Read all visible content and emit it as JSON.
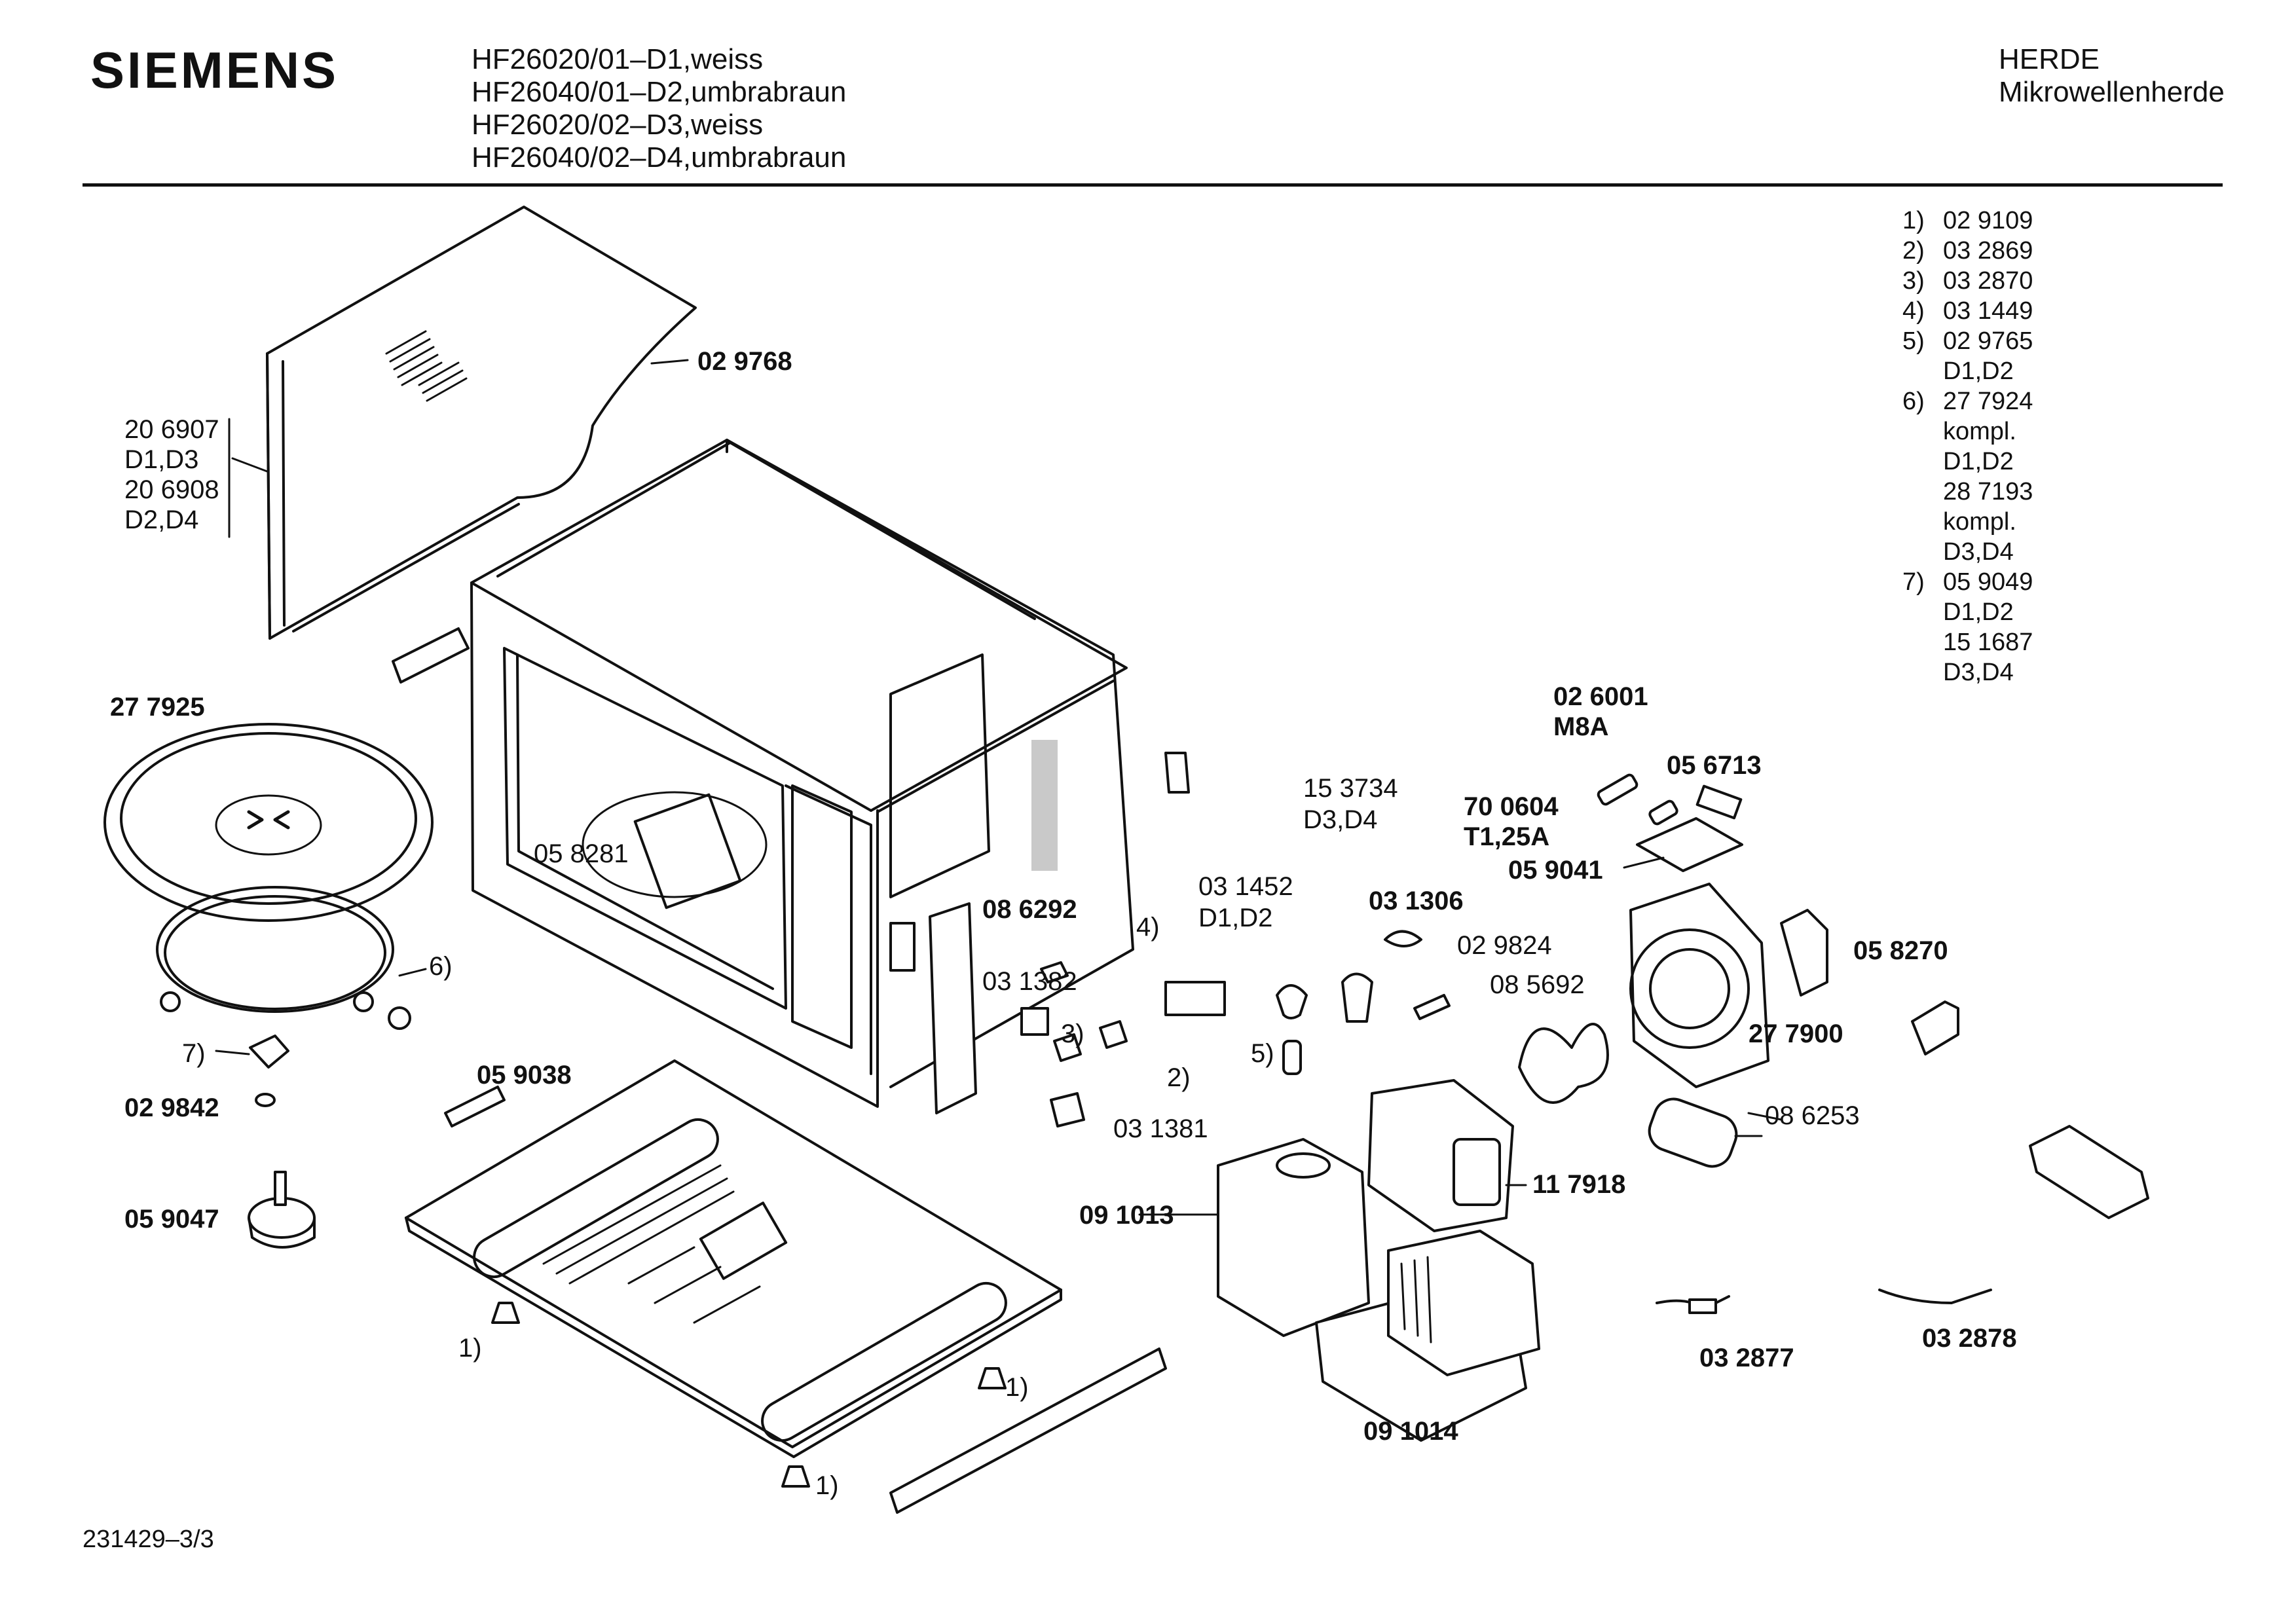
{
  "header": {
    "brand": "SIEMENS",
    "models": [
      "HF26020/01–D1,weiss",
      "HF26040/01–D2,umbrabraun",
      "HF26020/02–D3,weiss",
      "HF26040/02–D4,umbrabraun"
    ],
    "category": "HERDE",
    "subcategory": "Mikrowellenherde"
  },
  "legend": [
    {
      "num": "1)",
      "lines": [
        "02 9109"
      ]
    },
    {
      "num": "2)",
      "lines": [
        "03 2869"
      ]
    },
    {
      "num": "3)",
      "lines": [
        "03 2870"
      ]
    },
    {
      "num": "4)",
      "lines": [
        "03 1449"
      ]
    },
    {
      "num": "5)",
      "lines": [
        "02 9765",
        "D1,D2"
      ]
    },
    {
      "num": "6)",
      "lines": [
        "27 7924",
        "kompl.",
        "D1,D2",
        "28 7193",
        "kompl.",
        "D3,D4"
      ]
    },
    {
      "num": "7)",
      "lines": [
        "05 9049",
        "D1,D2",
        "15 1687",
        "D3,D4"
      ]
    }
  ],
  "parts": {
    "p029768": "02 9768",
    "p206907": "20 6907",
    "v206907": "D1,D3",
    "p206908": "20 6908",
    "v206908": "D2,D4",
    "p277925": "27 7925",
    "p058281": "05 8281",
    "p086292": "08 6292",
    "p031382": "03 1382",
    "ref4": "4)",
    "ref3": "3)",
    "ref2": "2)",
    "p031381": "03 1381",
    "ref6": "6)",
    "ref7": "7)",
    "p029842": "02 9842",
    "p059038": "05 9038",
    "p059047": "05 9047",
    "ref1a": "1)",
    "ref1b": "1)",
    "ref1c": "1)",
    "p026001": "02 6001",
    "v026001": "M8A",
    "p056713": "05 6713",
    "p700604": "70 0604",
    "v700604": "T1,25A",
    "p059041": "05 9041",
    "p153734": "15 3734",
    "v153734": "D3,D4",
    "p031452": "03 1452",
    "v031452": "D1,D2",
    "p031306": "03 1306",
    "p029824": "02 9824",
    "p085692": "08 5692",
    "p058270": "05 8270",
    "p277900": "27 7900",
    "ref5": "5)",
    "p086253": "08 6253",
    "p091013": "09 1013",
    "p117918": "11 7918",
    "p091014": "09 1014",
    "p032877": "03 2877",
    "p032878": "03 2878"
  },
  "footer": {
    "doc_id": "231429–3/3"
  }
}
